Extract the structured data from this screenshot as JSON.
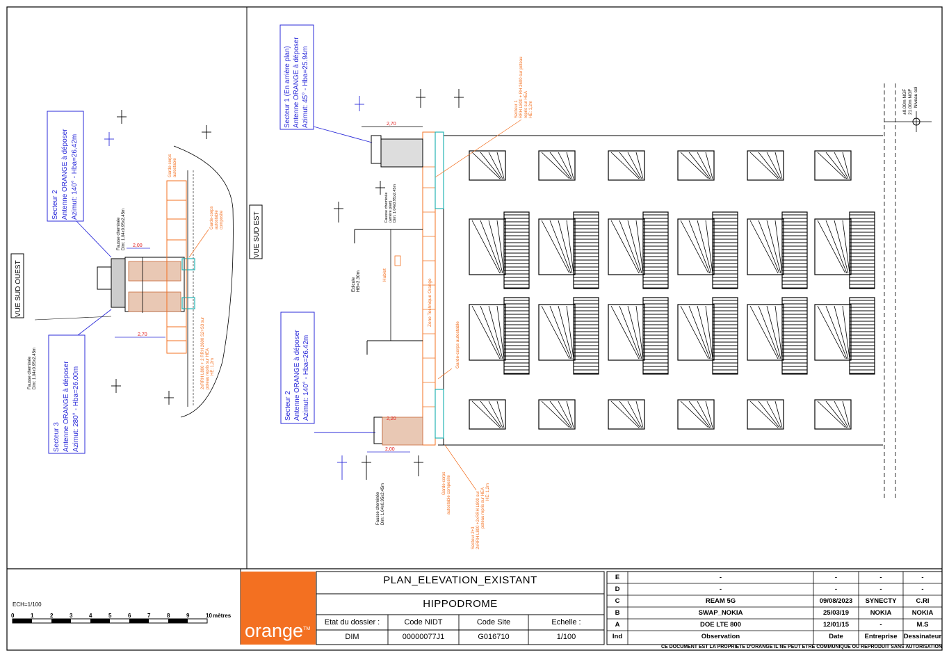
{
  "views": {
    "left_label": "VUE SUD OUEST",
    "right_label": "VUE SUD EST"
  },
  "colors": {
    "orange": "#f37021",
    "blue": "#2b2bd9",
    "red": "#e01b1b",
    "cyan": "#25b3b3"
  },
  "left_view": {
    "sector2": [
      "Secteur 2",
      "Antenne ORANGE à déposer",
      "Azimut: 140° - Hba=26.42m"
    ],
    "sector3": [
      "Secteur 3",
      "Antenne ORANGE à déposer",
      "Azimut: 280° - Hba=26.00m"
    ],
    "chimney_top": [
      "Fausse cheminée",
      "Dim: 1.04x0.95x2.45m"
    ],
    "chimney_bottom": [
      "Fausse cheminée",
      "Dim: 1.04x0.95x2.45m"
    ],
    "dim_top": "2,00",
    "dim_bottom": "2,70",
    "guard1": [
      "Garde-corps",
      "autostable"
    ],
    "guard2": [
      "Garde-corps",
      "autostable",
      "composite"
    ],
    "rrh_note": [
      "2xRRH L800 + 2 RRH 2600 S2+S3 sur",
      "poteau repris sur HEA",
      "HE: 1,2m"
    ]
  },
  "right_view": {
    "sector1": [
      "Secteur 1 (En arrière plan)",
      "Antenne ORANGE à déposer",
      "Azimut: 45° - Hba=25.94m"
    ],
    "sector2": [
      "Secteur 2",
      "Antenne ORANGE à déposer",
      "Azimut: 140° - Hba=26.42m"
    ],
    "dim_top": "2,70",
    "dim_mid": "2,20",
    "dim_bottom": "2,00",
    "sector1_note": [
      "Secteur 1",
      "RRH L800 + RH 2600 sur poteau",
      "repris sur HEA",
      "HE: 1,2m"
    ],
    "chimney_top": [
      "Fausse cheminée",
      "(arrière plan)",
      "Dim: 1.04x0.95x2.45m"
    ],
    "chimney_bottom": [
      "Fausse cheminée",
      "Dim: 1.04x0.95x2.45m"
    ],
    "edicule": [
      "Edicule",
      "HB=2.30m"
    ],
    "hublot": "Hublot",
    "zone": "Zone Technique Orange",
    "guard": "Garde-corps autostable",
    "guard_bottom": [
      "Garde-corps",
      "autostable composite"
    ],
    "sector23_note": [
      "Secteur 2+3",
      "2xRRH L800 +2xRRH L800 sur",
      "poteau repris sur HEA",
      "HE: 1,2m"
    ],
    "ngf": [
      "±0.00m NGF",
      "21.00m NGF",
      "Niveau sol"
    ]
  },
  "scale_bar": {
    "label": "ECH=1/100",
    "ticks": [
      "0",
      "1",
      "2",
      "3",
      "4",
      "5",
      "6",
      "7",
      "8",
      "9",
      "10"
    ],
    "unit": "mètres"
  },
  "logo": {
    "word": "orange",
    "tm": "TM"
  },
  "title_block": {
    "plan_title": "PLAN_ELEVATION_EXISTANT",
    "site_name": "HIPPODROME",
    "headers": [
      "Etat du dossier :",
      "Code NIDT",
      "Code Site",
      "Echelle :"
    ],
    "values": [
      "DIM",
      "00000077J1",
      "G016710",
      "1/100"
    ]
  },
  "revisions": {
    "rows": [
      {
        "ind": "E",
        "observation": "-",
        "date": "-",
        "entreprise": "-",
        "dessinateur": "-"
      },
      {
        "ind": "D",
        "observation": "-",
        "date": "-",
        "entreprise": "-",
        "dessinateur": "-"
      },
      {
        "ind": "C",
        "observation": "REAM 5G",
        "date": "09/08/2023",
        "entreprise": "SYNECTY",
        "dessinateur": "C.RI"
      },
      {
        "ind": "B",
        "observation": "SWAP_NOKIA",
        "date": "25/03/19",
        "entreprise": "NOKIA",
        "dessinateur": "NOKIA"
      },
      {
        "ind": "A",
        "observation": "DOE LTE 800",
        "date": "12/01/15",
        "entreprise": "-",
        "dessinateur": "M.S"
      }
    ],
    "header": {
      "ind": "Ind",
      "observation": "Observation",
      "date": "Date",
      "entreprise": "Entreprise",
      "dessinateur": "Dessinateur"
    }
  },
  "footer_note": "CE DOCUMENT EST LA PROPRIETE D'ORANGE IL NE PEUT ETRE COMMUNIQUE OU REPRODUIT SANS AUTORISATION"
}
